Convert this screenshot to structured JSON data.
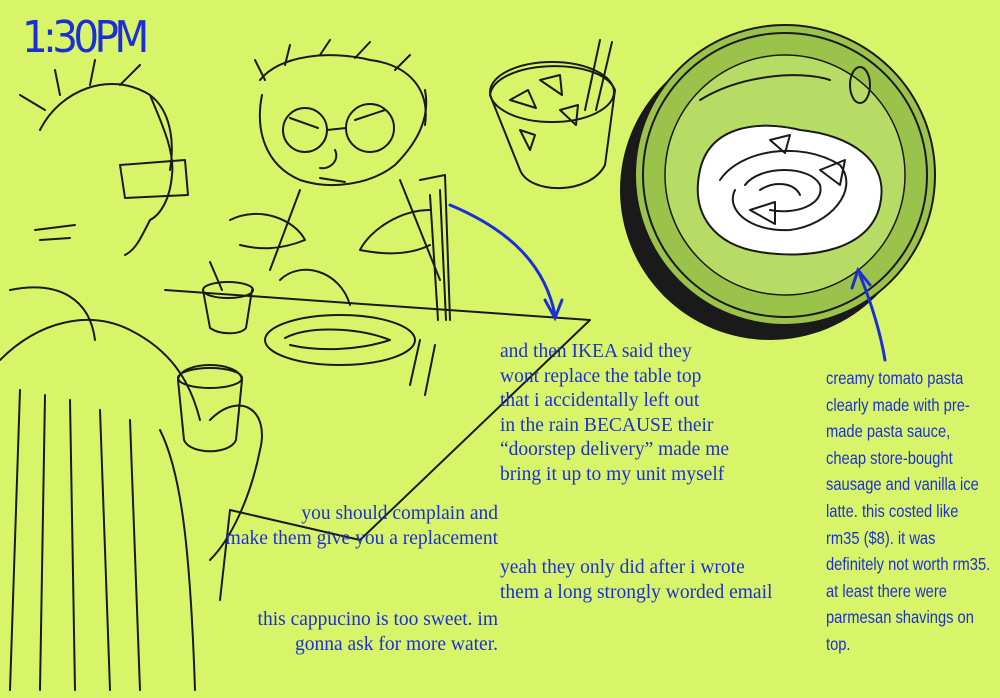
{
  "time": "1:30PM",
  "dialogue": {
    "ikea": "and then IKEA said they\nwont replace the table top\nthat i accidentally left out\nin the rain BECAUSE their\n“doorstep delivery” made me\nbring it up to my unit myself",
    "complain": "you should complain and\nmake them give you a replacement",
    "email": "yeah they only did after i wrote\nthem a long strongly worded email",
    "cappuccino": "this cappucino is too sweet. im\ngonna ask for more water."
  },
  "pasta_note": "creamy tomato pasta clearly made with pre-made pasta sauce, cheap store-bought sausage and vanilla ice latte. this costed like rm35 ($8). it was definitely not worth rm35. at least there were parmesan shavings on top.",
  "colors": {
    "background": "#d8f56a",
    "text": "#1c2fd6",
    "line": "#1a1a1a",
    "plate_green": "#9bc24a"
  }
}
